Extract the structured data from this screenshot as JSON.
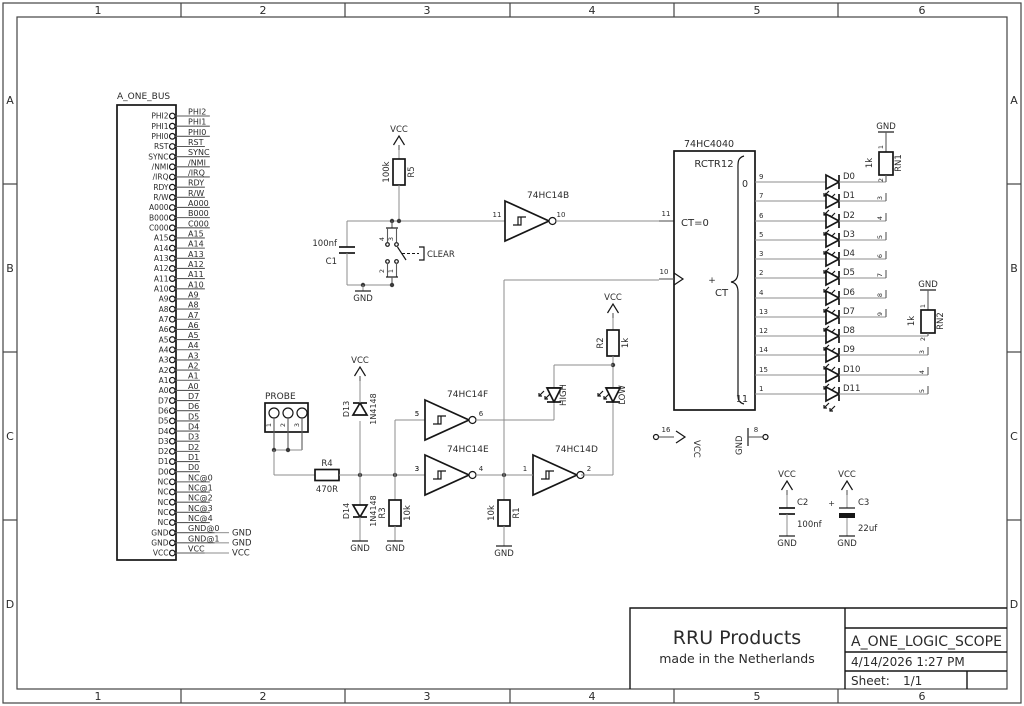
{
  "sheet": {
    "columns": [
      "1",
      "2",
      "3",
      "4",
      "5",
      "6"
    ],
    "rows": [
      "A",
      "B",
      "C",
      "D"
    ],
    "title_block": {
      "company": "RRU Products",
      "tagline": "made in the Netherlands",
      "title": "A_ONE_LOGIC_SCOPE",
      "date": "4/14/2026 1:27 PM",
      "sheet_label": "Sheet:",
      "sheet_value": "1/1"
    }
  },
  "power": {
    "vcc": "VCC",
    "gnd": "GND"
  },
  "bus_connector": {
    "ref": "A_ONE_BUS",
    "pins": [
      {
        "name": "PHI2",
        "net": "PHI2"
      },
      {
        "name": "PHI1",
        "net": "PHI1"
      },
      {
        "name": "PHI0",
        "net": "PHI0"
      },
      {
        "name": "RST",
        "net": "RST"
      },
      {
        "name": "SYNC",
        "net": "SYNC"
      },
      {
        "name": "/NMI",
        "net": "/NMI"
      },
      {
        "name": "/IRQ",
        "net": "/IRQ"
      },
      {
        "name": "RDY",
        "net": "RDY"
      },
      {
        "name": "R/W",
        "net": "R/W"
      },
      {
        "name": "A000",
        "net": "A000"
      },
      {
        "name": "B000",
        "net": "B000"
      },
      {
        "name": "C000",
        "net": "C000"
      },
      {
        "name": "A15",
        "net": "A15"
      },
      {
        "name": "A14",
        "net": "A14"
      },
      {
        "name": "A13",
        "net": "A13"
      },
      {
        "name": "A12",
        "net": "A12"
      },
      {
        "name": "A11",
        "net": "A11"
      },
      {
        "name": "A10",
        "net": "A10"
      },
      {
        "name": "A9",
        "net": "A9"
      },
      {
        "name": "A8",
        "net": "A8"
      },
      {
        "name": "A7",
        "net": "A7"
      },
      {
        "name": "A6",
        "net": "A6"
      },
      {
        "name": "A5",
        "net": "A5"
      },
      {
        "name": "A4",
        "net": "A4"
      },
      {
        "name": "A3",
        "net": "A3"
      },
      {
        "name": "A2",
        "net": "A2"
      },
      {
        "name": "A1",
        "net": "A1"
      },
      {
        "name": "A0",
        "net": "A0"
      },
      {
        "name": "D7",
        "net": "D7"
      },
      {
        "name": "D6",
        "net": "D6"
      },
      {
        "name": "D5",
        "net": "D5"
      },
      {
        "name": "D4",
        "net": "D4"
      },
      {
        "name": "D3",
        "net": "D3"
      },
      {
        "name": "D2",
        "net": "D2"
      },
      {
        "name": "D1",
        "net": "D1"
      },
      {
        "name": "D0",
        "net": "D0"
      },
      {
        "name": "NC",
        "net": "NC@0"
      },
      {
        "name": "NC",
        "net": "NC@1"
      },
      {
        "name": "NC",
        "net": "NC@2"
      },
      {
        "name": "NC",
        "net": "NC@3"
      },
      {
        "name": "NC",
        "net": "NC@4"
      },
      {
        "name": "GND",
        "net": "GND@0",
        "ext": "GND"
      },
      {
        "name": "GND",
        "net": "GND@1",
        "ext": "GND"
      },
      {
        "name": "VCC",
        "net": "VCC",
        "ext": "VCC"
      }
    ]
  },
  "counter": {
    "part": "74HC4040",
    "desc": "RCTR12",
    "reset_label": "CT=0",
    "reset_pin": "11",
    "clock_pin": "10",
    "plus": "+",
    "ct": "CT",
    "first_out": "0",
    "last_out": "11",
    "vcc_pin": "16",
    "gnd_pin": "8",
    "outputs": [
      {
        "pin": "9",
        "net": "D0"
      },
      {
        "pin": "7",
        "net": "D1"
      },
      {
        "pin": "6",
        "net": "D2"
      },
      {
        "pin": "5",
        "net": "D3"
      },
      {
        "pin": "3",
        "net": "D4"
      },
      {
        "pin": "2",
        "net": "D5"
      },
      {
        "pin": "4",
        "net": "D6"
      },
      {
        "pin": "13",
        "net": "D7"
      },
      {
        "pin": "12",
        "net": "D8"
      },
      {
        "pin": "14",
        "net": "D9"
      },
      {
        "pin": "15",
        "net": "D10"
      },
      {
        "pin": "1",
        "net": "D11"
      }
    ]
  },
  "resistor_networks": [
    {
      "ref": "RN1",
      "value": "1k",
      "common_pin": "1",
      "first_pin": "2",
      "stub_pins": [
        "3",
        "4",
        "5",
        "6",
        "7",
        "8",
        "9"
      ]
    },
    {
      "ref": "RN2",
      "value": "1k",
      "common_pin": "1",
      "first_pin": "2",
      "stub_pins": [
        "3",
        "4",
        "5"
      ]
    }
  ],
  "gates": [
    {
      "ref": "74HC14B",
      "in": "11",
      "out": "10"
    },
    {
      "ref": "74HC14F",
      "in": "5",
      "out": "6"
    },
    {
      "ref": "74HC14E",
      "in": "3",
      "out": "4"
    },
    {
      "ref": "74HC14D",
      "in": "1",
      "out": "2"
    }
  ],
  "resistors": [
    {
      "ref": "R5",
      "value": "100k"
    },
    {
      "ref": "R4",
      "value": "470R"
    },
    {
      "ref": "R3",
      "value": "10k"
    },
    {
      "ref": "R1",
      "value": "10k"
    },
    {
      "ref": "R2",
      "value": "1k"
    }
  ],
  "diodes": [
    {
      "ref": "D13",
      "value": "1N4148"
    },
    {
      "ref": "D14",
      "value": "1N4148"
    }
  ],
  "capacitors": [
    {
      "ref": "C1",
      "value": "100nf"
    },
    {
      "ref": "C2",
      "value": "100nf"
    },
    {
      "ref": "C3",
      "value": "22uf",
      "plus": "+"
    }
  ],
  "clear_switch": {
    "label": "CLEAR",
    "top_pins": [
      "4",
      "3"
    ],
    "bottom_pins": [
      "2",
      "1"
    ]
  },
  "probe": {
    "label": "PROBE",
    "pins": [
      "1",
      "2",
      "3"
    ]
  },
  "indicators": [
    {
      "label": "HIGH"
    },
    {
      "label": "LOW"
    }
  ]
}
